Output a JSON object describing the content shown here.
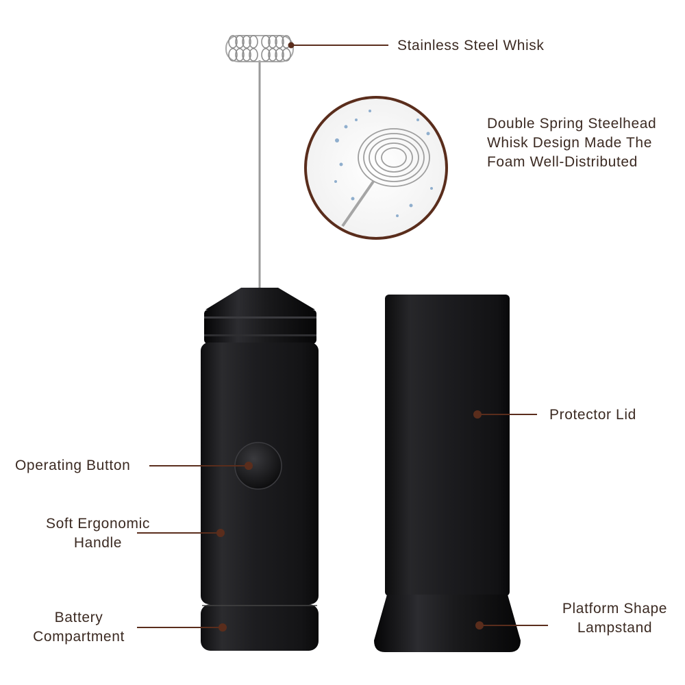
{
  "labels": {
    "stainless_steel_whisk": "Stainless Steel Whisk",
    "double_spring": [
      "Double Spring Steelhead",
      "Whisk Design Made The",
      "Foam Well-Distributed"
    ],
    "protector_lid": "Protector Lid",
    "operating_button": "Operating Button",
    "soft_handle": [
      "Soft Ergonomic",
      "Handle"
    ],
    "battery_compartment": [
      "Battery",
      "Compartment"
    ],
    "platform_lampstand": [
      "Platform Shape",
      "Lampstand"
    ]
  },
  "colors": {
    "accent": "#5a2d1c",
    "text": "#3b2a22",
    "body": "#1c1c1e"
  },
  "icons": [
    "whisk-head-icon",
    "whisk-closeup-icon"
  ]
}
